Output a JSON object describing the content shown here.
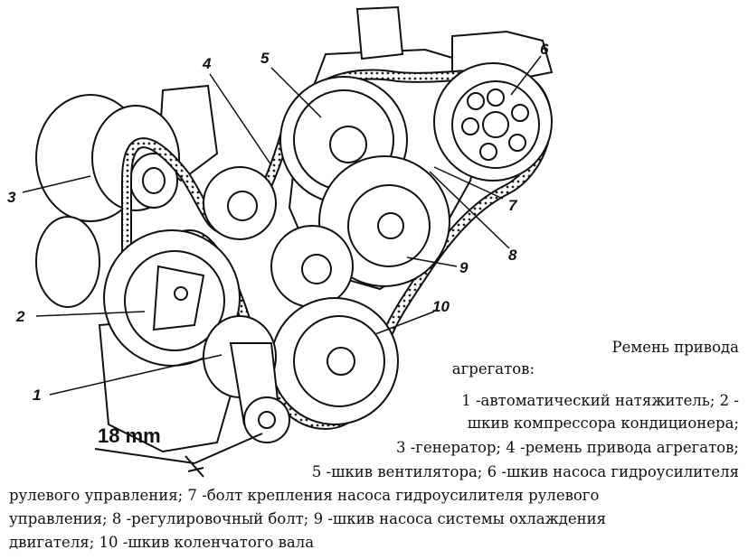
{
  "diagram": {
    "callouts": [
      "1",
      "2",
      "3",
      "4",
      "5",
      "6",
      "7",
      "8",
      "9",
      "10"
    ],
    "dimension_label": "18 mm"
  },
  "caption": {
    "title_line1": "Ремень привода",
    "title_line2": "агрегатов:",
    "lines": [
      "1 -автоматический натяжитель; 2 -",
      "шкив компрессора кондиционера;",
      "3 -генератор; 4 -ремень привода агрегатов;",
      "5 -шкив вентилятора; 6 -шкив насоса гидроусилителя",
      "рулевого управления; 7 -болт крепления насоса гидроусилителя рулевого",
      "управления; 8 -регулировочный болт; 9 -шкив насоса системы охлаждения",
      "двигателя; 10 -шкив коленчатого вала"
    ]
  }
}
